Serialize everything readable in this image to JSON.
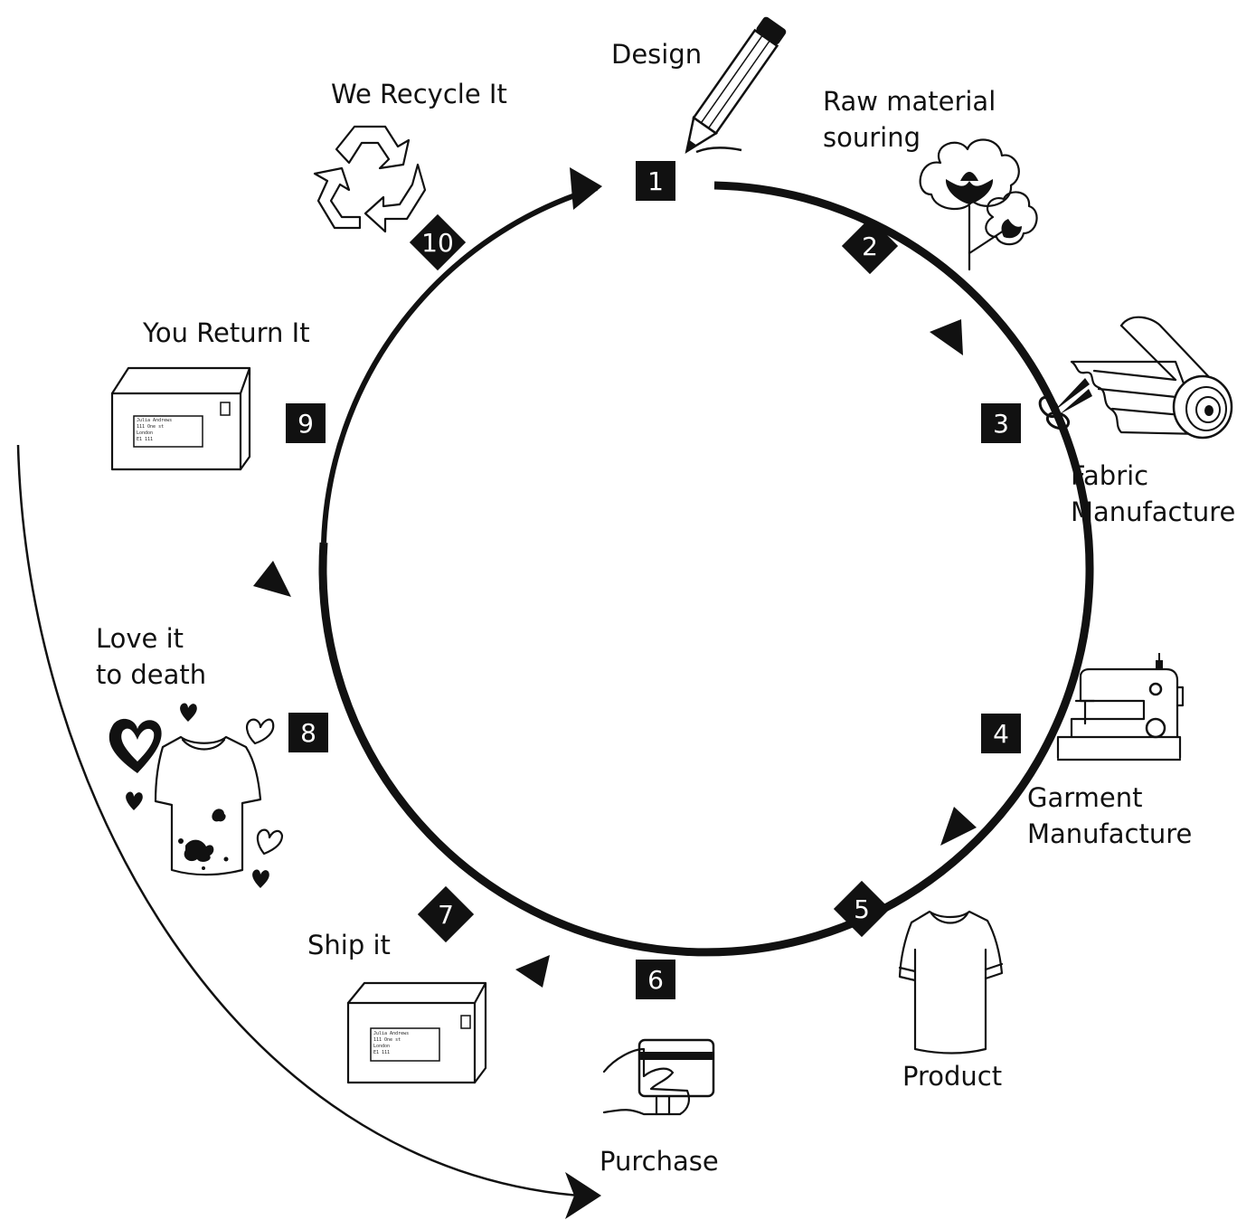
{
  "colors": {
    "ink": "#111111",
    "background": "#ffffff",
    "badge_text": "#ffffff"
  },
  "steps": [
    {
      "number": "1",
      "label": [
        "Design"
      ],
      "icon": "pencil-icon"
    },
    {
      "number": "2",
      "label": [
        "Raw material",
        "souring"
      ],
      "icon": "cotton-plant-icon"
    },
    {
      "number": "3",
      "label": [
        "Fabric",
        "Manufacture"
      ],
      "icon": "fabric-roll-icon"
    },
    {
      "number": "4",
      "label": [
        "Garment",
        "Manufacture"
      ],
      "icon": "sewing-machine-icon"
    },
    {
      "number": "5",
      "label": [
        "Product"
      ],
      "icon": "tshirt-icon"
    },
    {
      "number": "6",
      "label": [
        "Purchase"
      ],
      "icon": "credit-card-hand-icon"
    },
    {
      "number": "7",
      "label": [
        "Ship it"
      ],
      "icon": "parcel-icon"
    },
    {
      "number": "8",
      "label": [
        "Love it",
        "to death"
      ],
      "icon": "worn-tshirt-hearts-icon"
    },
    {
      "number": "9",
      "label": [
        "You Return It"
      ],
      "icon": "parcel-icon"
    },
    {
      "number": "10",
      "label": [
        "We Recycle It"
      ],
      "icon": "recycle-icon"
    }
  ],
  "address_label": [
    "Julia Andrews",
    "111 One st",
    "London",
    "E1 111"
  ]
}
